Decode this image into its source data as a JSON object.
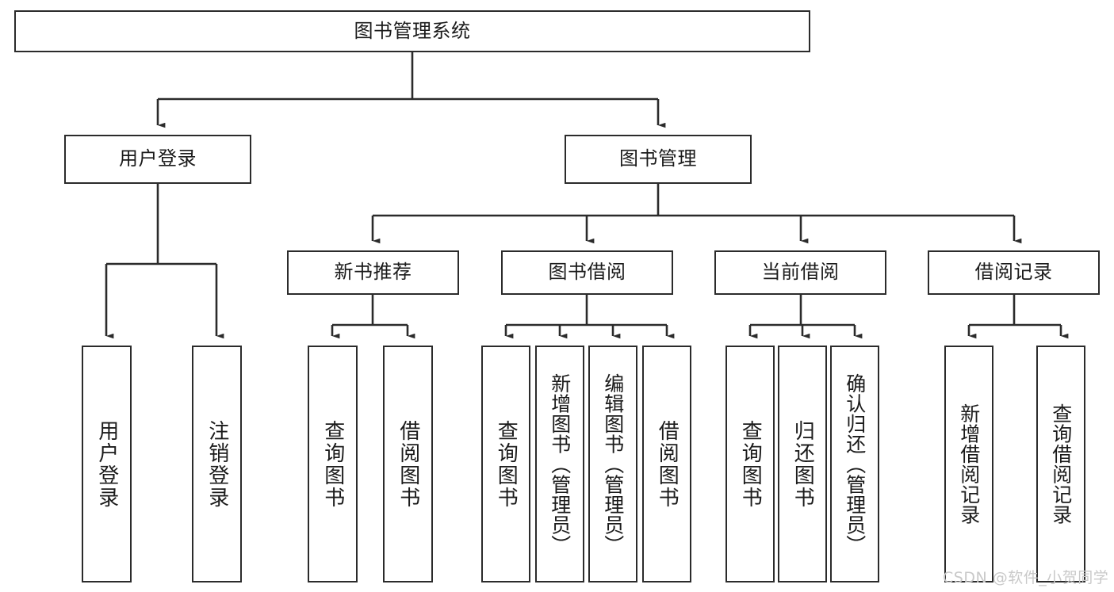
{
  "diagram": {
    "title_node": {
      "label": "图书管理系统"
    },
    "level2": [
      {
        "label": "用户登录"
      },
      {
        "label": "图书管理"
      }
    ],
    "level3": [
      {
        "label": "新书推荐"
      },
      {
        "label": "图书借阅"
      },
      {
        "label": "当前借阅"
      },
      {
        "label": "借阅记录"
      }
    ],
    "leaves": {
      "user_login": [
        {
          "label": "用户登录"
        },
        {
          "label": "注销登录"
        }
      ],
      "new_book_recommend": [
        {
          "label": "查询图书"
        },
        {
          "label": "借阅图书"
        }
      ],
      "book_borrow": [
        {
          "label": "查询图书"
        },
        {
          "label": "新增图书（管理员）"
        },
        {
          "label": "编辑图书（管理员）"
        },
        {
          "label": "借阅图书"
        }
      ],
      "current_borrow": [
        {
          "label": "查询图书"
        },
        {
          "label": "归还图书"
        },
        {
          "label": "确认归还（管理员）"
        }
      ],
      "borrow_record": [
        {
          "label": "新增借阅记录"
        },
        {
          "label": "查询借阅记录"
        }
      ]
    }
  },
  "watermark": {
    "text": "CSDN @软件_小贺同学"
  },
  "colors": {
    "stroke": "#2b2b2b",
    "fill": "#ffffff",
    "text": "#1b1b1b",
    "watermark": "#c9c9c9"
  }
}
